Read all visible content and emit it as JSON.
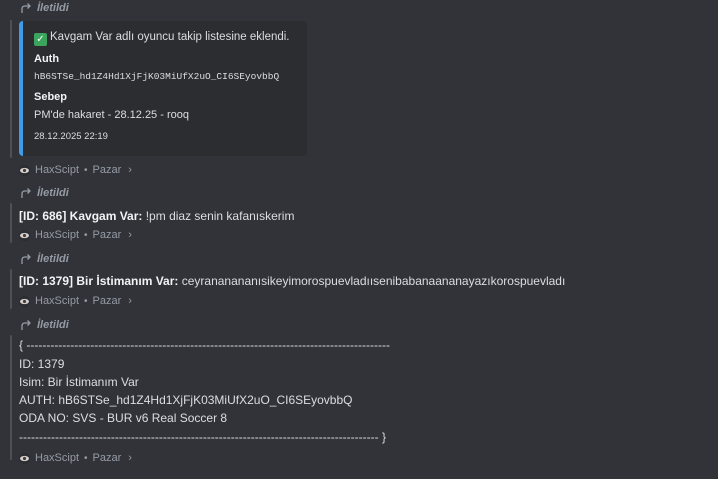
{
  "forwarded_label": "İletildi",
  "source": {
    "name": "HaxScipt",
    "separator": "•",
    "day": "Pazar",
    "chevron": "›"
  },
  "embed": {
    "title": "Kavgam Var adlı oyuncu takip listesine eklendi.",
    "field1_name": "Auth",
    "field1_value": "hB6STSe_hd1Z4Hd1XjFjK03MiUfX2uO_CI6SEyovbbQ",
    "field2_name": "Sebep",
    "field2_value": "PM'de hakaret - 28.12.25 - rooq",
    "timestamp": "28.12.2025 22:19",
    "accent_color": "#3f9be8"
  },
  "msg2": {
    "prefix": "[ID: 686] Kavgam Var:",
    "text": " !pm diaz senin kafanıskerim"
  },
  "msg3": {
    "prefix": "[ID: 1379] Bir İstimanım Var:",
    "text": " ceyrananananısikeyimorospuevladıısenibabanaananayazıkorospuevladı"
  },
  "msg4": {
    "line1": "{ -------------------------------------------------------------------------------------------",
    "line2": " ID: 1379",
    "line3": " Isim: Bir İstimanım Var",
    "line4": " AUTH: hB6STSe_hd1Z4Hd1XjFjK03MiUfX2uO_CI6SEyovbbQ",
    "line5": " ODA NO: SVS - BUR v6 Real Soccer 8",
    "line6": " ------------------------------------------------------------------------------------------ }"
  }
}
